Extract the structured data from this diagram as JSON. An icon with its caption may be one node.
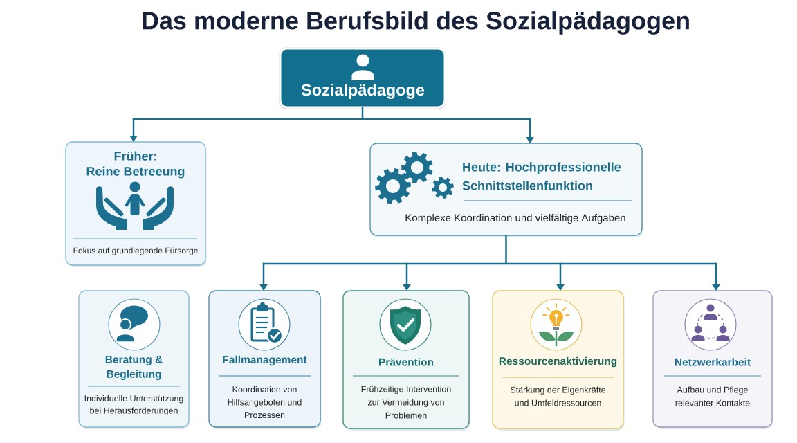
{
  "diagram": {
    "title": "Das moderne Berufsbild des Sozialpädagogen",
    "nodes": [
      {
        "text": [
          "Sozialpädagoge"
        ]
      },
      {
        "text": [
          "Früher: Reine Betreeung",
          "Fokus auf grundlegende Fürsorge"
        ]
      },
      {
        "text": [
          "Heute: Hochprofessionelle Schnittstellenfunktion",
          "Komplexe Koordination und vielfältige Aufgaben"
        ]
      },
      {
        "text": [
          "Beratung & Begleitung",
          "Individuelle Unterstützung bei Herausforderungen"
        ]
      },
      {
        "text": [
          "Fallmanagement",
          "Koordination von Hilfsangeboten und Prozessen"
        ]
      },
      {
        "text": [
          "Prävention",
          "Frühzeitige Intervention zur Vermeidung von Problemen"
        ]
      },
      {
        "text": [
          "Ressourcenaktivierung",
          "Stärkung der Eigenkräfte und Umfeldressourcen"
        ]
      },
      {
        "text": [
          "Netzwerkarbeit",
          "Aufbau und Pflege relevanter Kontakte"
        ]
      }
    ],
    "edges": [
      {
        "from": 0,
        "to": 1,
        "arrow": "to"
      },
      {
        "from": 0,
        "to": 2,
        "arrow": "to"
      },
      {
        "from": 2,
        "to": 4,
        "arrow": "to"
      },
      {
        "from": 2,
        "to": 5,
        "arrow": "to"
      },
      {
        "from": 2,
        "to": 6,
        "arrow": "to"
      },
      {
        "from": 2,
        "to": 7,
        "arrow": "to"
      }
    ]
  }
}
